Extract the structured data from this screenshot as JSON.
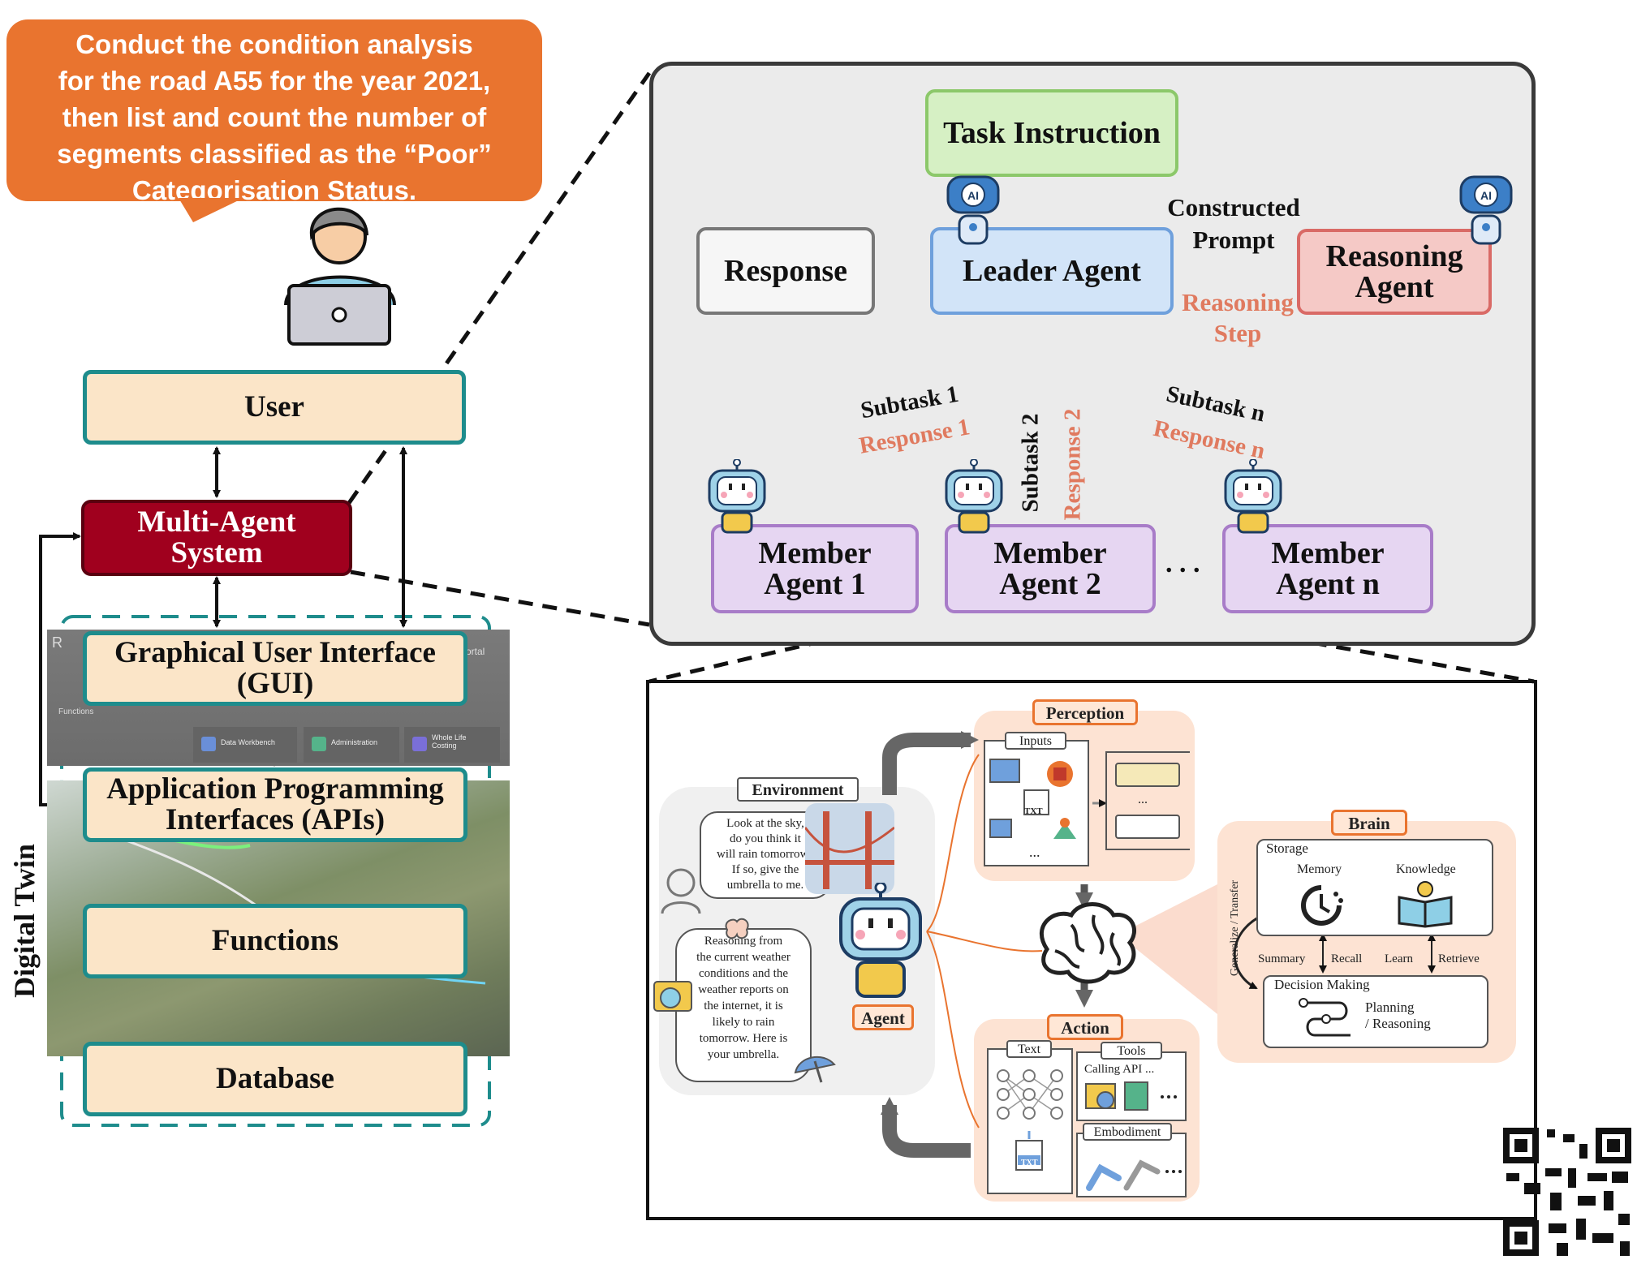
{
  "user_query": "Conduct the condition analysis\nfor the road A55 for the year 2021,\nthen list and count the number of\nsegments classified as the “Poor”\nCategorisation Status.",
  "left_stack": {
    "user": "User",
    "mas_line1": "Multi-Agent",
    "mas_line2": "System",
    "gui_line1": "Graphical User Interface",
    "gui_line2": "(GUI)",
    "api_line1": "Application Programming",
    "api_line2": "Interfaces (APIs)",
    "functions": "Functions",
    "database": "Database",
    "digital_twin": "Digital Twin"
  },
  "gui_screenshot": {
    "corner_text": "R",
    "side_text": "ortal",
    "tab_labels": [
      "Data Workbench",
      "Administration",
      "Whole Life Costing"
    ],
    "sidebar_label": "Functions"
  },
  "mas_panel": {
    "task_instruction": "Task Instruction",
    "leader_agent": "Leader Agent",
    "response": "Response",
    "reasoning_agent_line1": "Reasoning",
    "reasoning_agent_line2": "Agent",
    "constructed_prompt_line1": "Constructed",
    "constructed_prompt_line2": "Prompt",
    "reasoning_step_line1": "Reasoning",
    "reasoning_step_line2": "Step",
    "subtask_1": "Subtask 1",
    "response_1": "Response 1",
    "subtask_2": "Subtask 2",
    "response_2": "Response 2",
    "subtask_n": "Subtask n",
    "response_n": "Response n",
    "member_1_line1": "Member",
    "member_1_line2": "Agent 1",
    "member_2_line1": "Member",
    "member_2_line2": "Agent 2",
    "member_n_line1": "Member",
    "member_n_line2": "Agent n",
    "ellipsis": ". . .",
    "robot_badge": "AI"
  },
  "agent_framework": {
    "environment": "Environment",
    "speech_1": "Look at the sky,\ndo you think it\nwill rain tomorrow?\nIf so, give the\numbrella to me.",
    "speech_2": "Reasoning from\nthe current weather\nconditions and the\nweather reports on\nthe internet, it is\nlikely to rain\ntomorrow. Here is\nyour umbrella.",
    "agent": "Agent",
    "perception": "Perception",
    "inputs": "Inputs",
    "brain": "Brain",
    "storage": "Storage",
    "memory": "Memory",
    "knowledge": "Knowledge",
    "summary": "Summary",
    "recall": "Recall",
    "learn": "Learn",
    "retrieve": "Retrieve",
    "generalize": "Generalize / Transfer",
    "decision_making": "Decision Making",
    "planning_line1": "Planning",
    "planning_line2": "/ Reasoning",
    "action": "Action",
    "text": "Text",
    "tools": "Tools",
    "calling_api": "Calling API ...",
    "embodiment": "Embodiment",
    "txt_label": "TXT",
    "dots": "...",
    "dots_short": "..."
  }
}
